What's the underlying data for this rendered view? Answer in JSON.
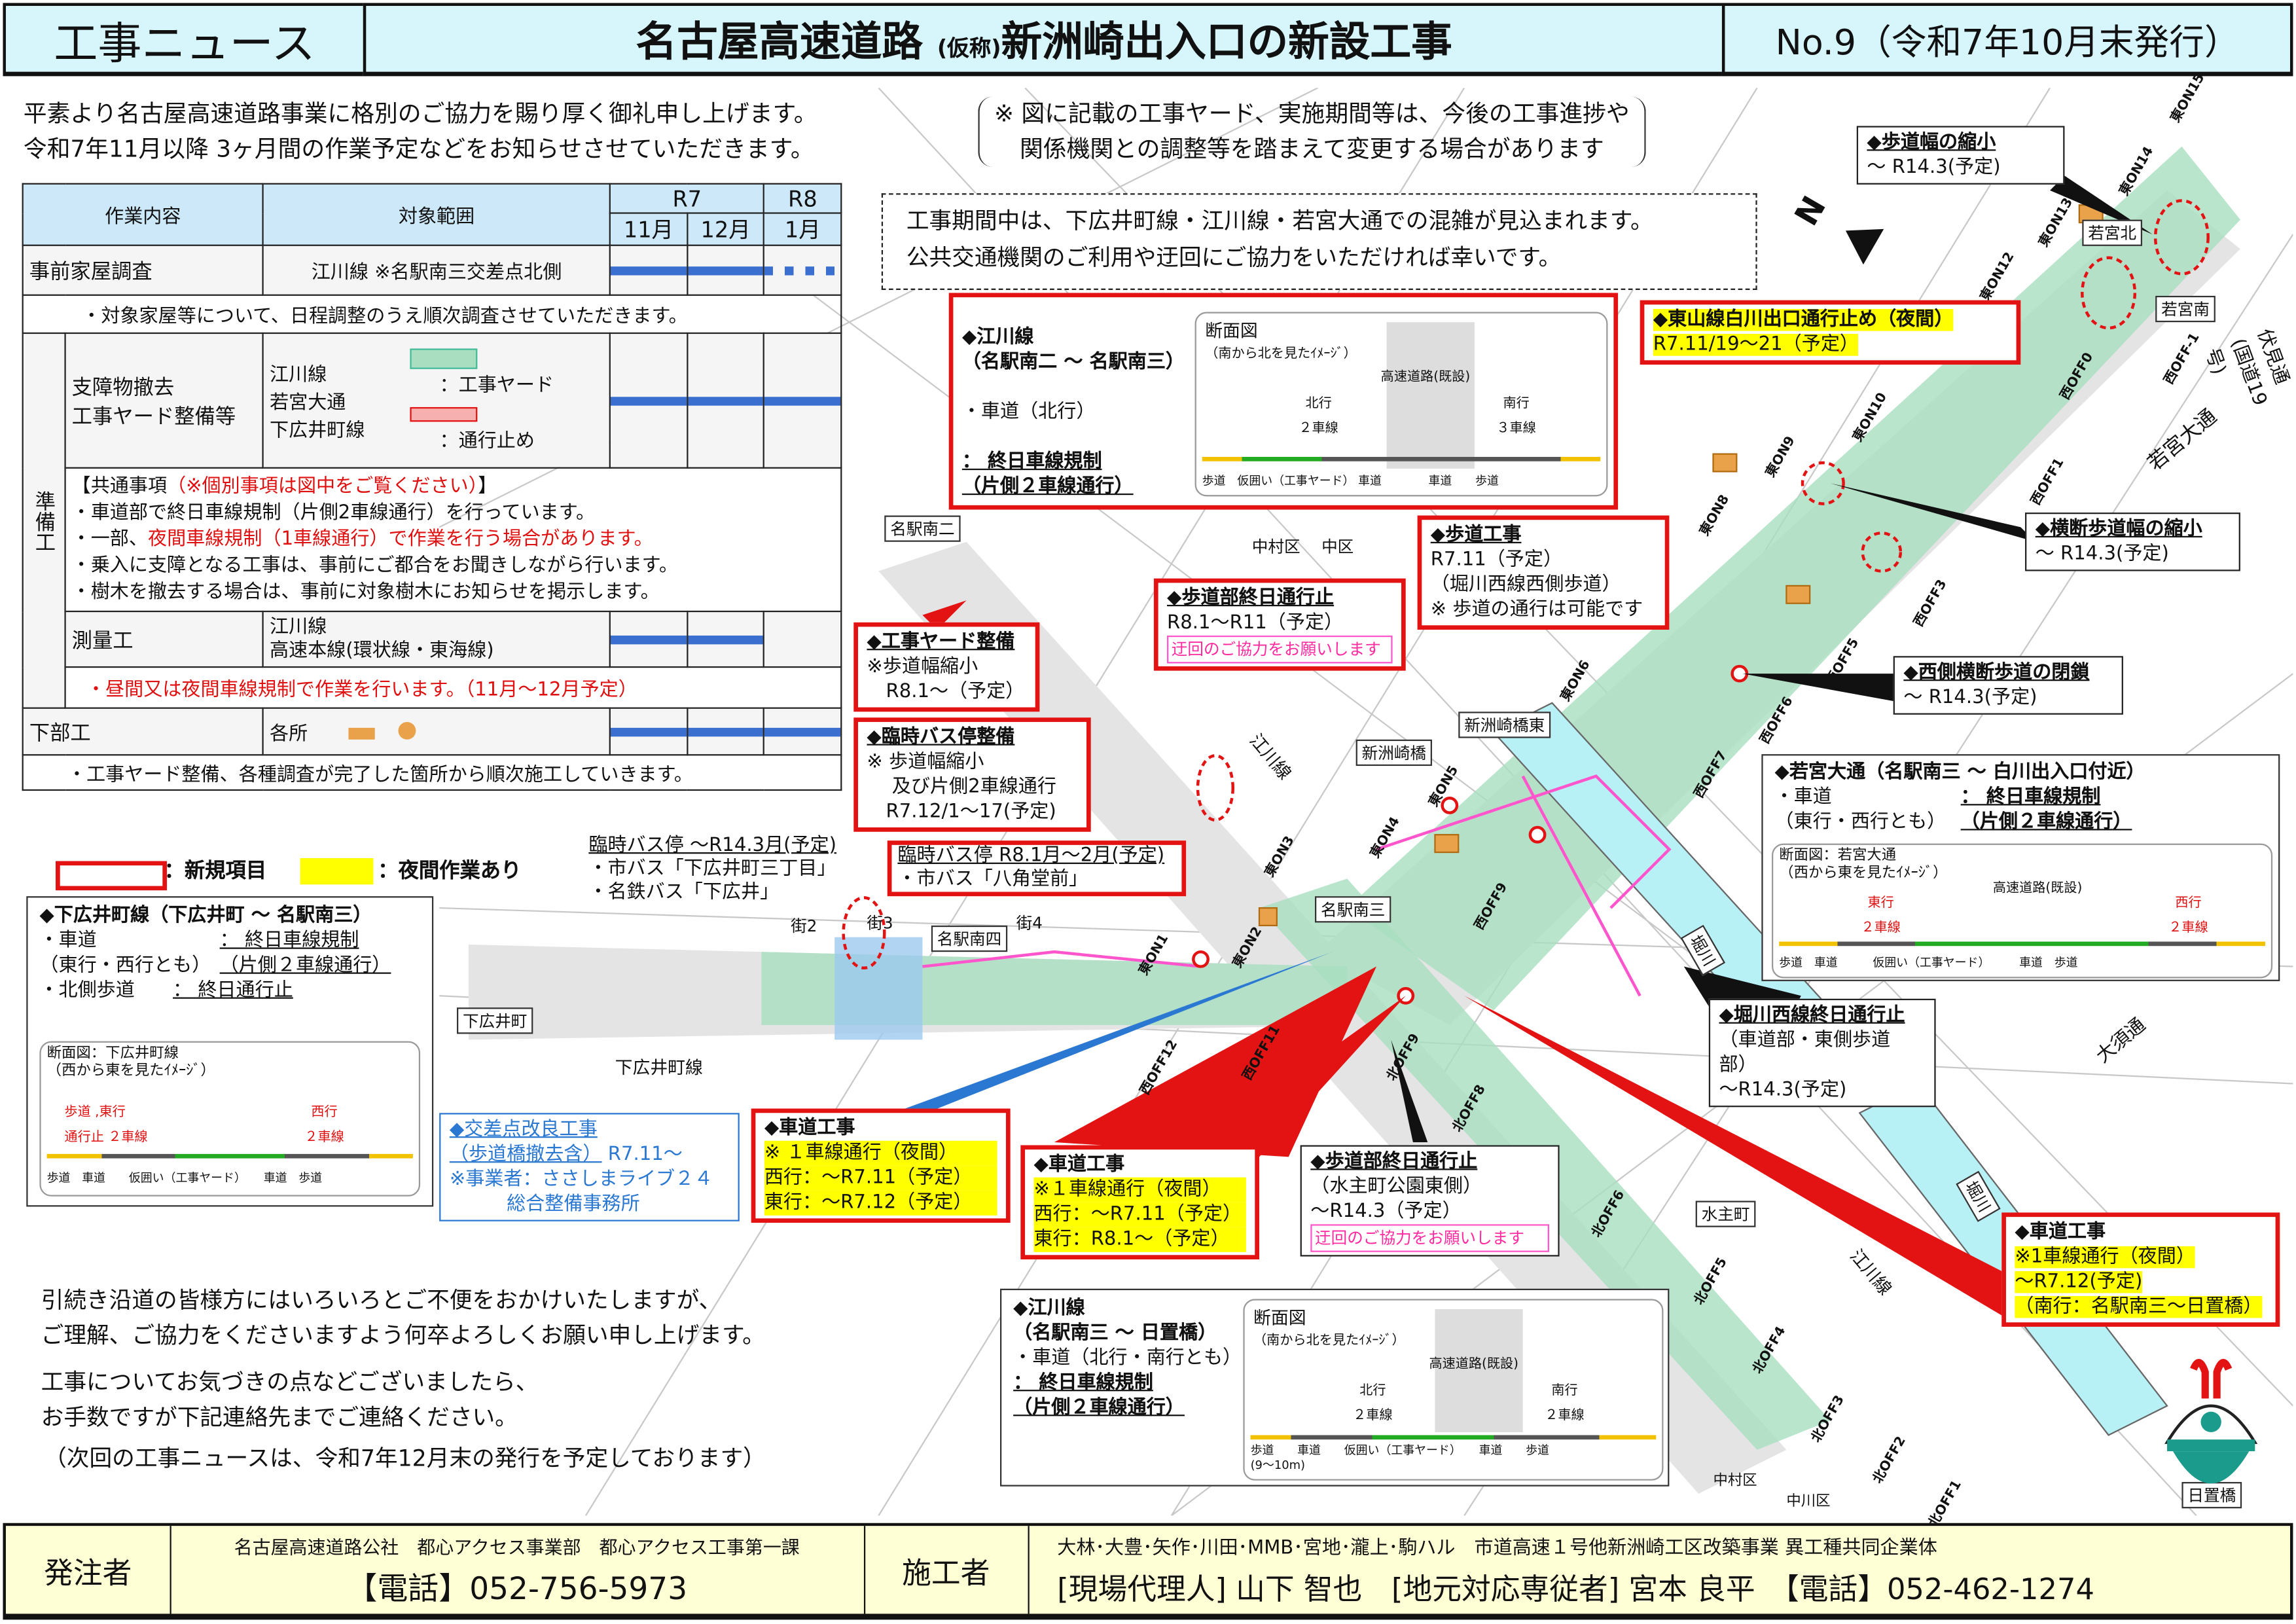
{
  "header": {
    "news": "工事ニュース",
    "title_a": "名古屋高速道路",
    "title_kari": "(仮称)",
    "title_b": "新洲崎出入口の新設工事",
    "issue": "No.9（令和7年10月末発行）"
  },
  "intro": "平素より名古屋高速道路事業に格別のご協力を賜り厚く御礼申し上げます。\n令和7年11月以降 3ヶ月間の作業予定などをお知らせさせていただきます。",
  "notice": "※ 図に記載の工事ヤード、実施期間等は、今後の工事進捗や\n関係機関との調整等を踏まえて変更する場合があります",
  "congestion": "工事期間中は、下広井町線・江川線・若宮大通での混雑が見込まれます。\n公共交通機関のご利用や迂回にご協力をいただければ幸いです。",
  "schedule": {
    "headers": {
      "work": "作業内容",
      "range": "対象範囲",
      "r7": "R7",
      "r8": "R8",
      "m11": "11月",
      "m12": "12月",
      "m1": "1月"
    },
    "r1": {
      "work": "事前家屋調査",
      "range": "江川線 ※名駅南三交差点北側",
      "note": "・対象家屋等について、日程調整のうえ順次調査させていただきます。"
    },
    "prep_label": "準備工",
    "r2": {
      "work": "支障物撤去\n工事ヤード整備等",
      "range": "江川線\n若宮大通\n下広井町線",
      "legend_yard": "：工事ヤード",
      "legend_stop": "：通行止め"
    },
    "common": {
      "title": "【共通事項",
      "title_red": "（※個別事項は図中をご覧ください）",
      "title_end": "】",
      "l1": "・車道部で終日車線規制（片側2車線通行）を行っています。",
      "l2a": "・一部、",
      "l2b": "夜間車線規制（1車線通行）で作業を行う場合があります。",
      "l3": "・乗入に支障となる工事は、事前にご都合をお聞きしながら行います。",
      "l4": "・樹木を撤去する場合は、事前に対象樹木にお知らせを掲示します。"
    },
    "r3": {
      "work": "測量工",
      "range": "江川線\n高速本線(環状線・東海線)",
      "note": "・昼間又は夜間車線規制で作業を行います。（11月～12月予定）"
    },
    "r4": {
      "work": "下部工",
      "range": "各所",
      "note": "・工事ヤード整備、各種調査が完了した箇所から順次施工していきます。"
    }
  },
  "legend": {
    "new": "：新規項目",
    "night": "：夜間作業あり"
  },
  "shimohiroi_panel": {
    "title": "◆下広井町線（下広井町 ～ 名駅南三）",
    "r1a": "・車道\n（東行・西行とも）",
    "r1b": "： 終日車線規制\n（片側２車線通行）",
    "r2a": "・北側歩道",
    "r2b": "： 終日通行止",
    "sec": "断面図：下広井町線\n（西から東を見たｲﾒｰｼﾞ）",
    "west": "西行\n２車線",
    "east": "歩道 ,東行\n通行止 ２車線",
    "labels": "歩道　車道　　仮囲い（工事ヤード）　　車道　歩道"
  },
  "egawa_top": {
    "title": "◆江川線\n（名駅南二 ～ 名駅南三）",
    "r1": "・車道（北行）",
    "r2": "： 終日車線規制\n（片側２車線通行）",
    "sec": "断面図",
    "sec_sub": "（南から北を見たｲﾒｰｼﾞ）",
    "hw": "高速道路(既設)",
    "north": "北行\n２車線",
    "south": "南行\n３車線",
    "labels": "歩道　仮囲い（工事ヤード） 車道　　　　車道　　歩道"
  },
  "egawa_bottom": {
    "title": "◆江川線\n（名駅南三 ～ 日置橋）",
    "r1": "・車道（北行・南行とも）",
    "r2": "： 終日車線規制\n（片側２車線通行）",
    "sec": "断面図",
    "sec_sub": "（南から北を見たｲﾒｰｼﾞ）",
    "hw": "高速道路(既設)",
    "north": "北行\n２車線",
    "south": "南行\n２車線",
    "labels": "歩道　　車道　　仮囲い（工事ヤード）　　車道　　歩道\n(9～10m)"
  },
  "wakamiya_panel": {
    "title": "◆若宮大通（名駅南三 ～ 白川出入口付近）",
    "r1a": "・車道\n（東行・西行とも）",
    "r1b": "： 終日車線規制\n（片側２車線通行）",
    "sec": "断面図：若宮大通\n（西から東を見たｲﾒｰｼﾞ）",
    "hw": "高速道路(既設)",
    "east": "東行\n２車線",
    "west": "西行\n２車線",
    "labels": "歩道　車道　　　仮囲い（工事ヤード）　　　車道　歩道"
  },
  "callouts": {
    "c1": {
      "title": "◆歩道幅の縮小",
      "sub": "～ R14.3(予定)"
    },
    "c2": {
      "title": "◆東山線白川出口通行止め（夜間）",
      "sub": "R7.11/19～21（予定）"
    },
    "c3": {
      "title": "◆横断歩道幅の縮小",
      "sub": "～ R14.3(予定)"
    },
    "c4": {
      "title": "◆西側横断歩道の閉鎖",
      "sub": "～ R14.3(予定)"
    },
    "c5": {
      "title": "◆堀川西線終日通行止",
      "sub": "（車道部・東側歩道部）\n～R14.3(予定)"
    },
    "c6": {
      "title": "◆車道工事",
      "l1": "※1車線通行（夜間）",
      "l2": "～R7.12(予定)",
      "l3": "（南行：名駅南三～日置橋）"
    },
    "c7": {
      "title": "◆歩道部終日通行止",
      "sub": "（水主町公園東側）\n～R14.3（予定）",
      "tag": "迂回のご協力をお願いします"
    },
    "c8": {
      "title": "◆車道工事",
      "l1": "※１車線通行（夜間）",
      "l2": "西行：～R7.11（予定）",
      "l3": "東行：R8.1～（予定）"
    },
    "c9": {
      "title": "◆車道工事",
      "l1": "※ １車線通行（夜間）",
      "l2": "西行：～R7.11（予定）",
      "l3": "東行：～R7.12（予定）"
    },
    "c10": {
      "title": "◆交差点改良工事",
      "title2": "（歩道橋撤去含）",
      "date": "R7.11～",
      "sub": "※事業者：ささしまライブ２４\n　　　総合整備事務所"
    },
    "c11": {
      "title": "◆歩道部終日通行止",
      "sub": "R8.1～R11（予定）",
      "tag": "迂回のご協力をお願いします"
    },
    "c12": {
      "title": "◆歩道工事",
      "sub": "R7.11（予定）\n（堀川西線西側歩道）\n※ 歩道の通行は可能です"
    },
    "c13": {
      "title": "◆工事ヤード整備",
      "sub": "※歩道幅縮小\n　R8.1～（予定）"
    },
    "c14": {
      "title": "◆臨時バス停整備",
      "sub": "※ 歩道幅縮小\n　 及び片側2車線通行\n　R7.12/1～17(予定)"
    },
    "c15": {
      "title": "臨時バス停 R8.1月～2月(予定)",
      "sub": "・市バス「八角堂前」"
    },
    "c16": {
      "title": "臨時バス停 ～R14.3月(予定)",
      "sub": "・市バス「下広井町三丁目」\n・名鉄バス「下広井」"
    }
  },
  "map": {
    "meieki2": "名駅南二",
    "nakamura_naka": "中村区　 中区",
    "shinsuzaki_e": "新洲崎橋東",
    "shinsuzaki": "新洲崎橋",
    "meieki3": "名駅南三",
    "meieki4": "名駅南四",
    "shimohiroi": "下広井町",
    "shimohiroi_line": "下広井町線",
    "gai2": "街2",
    "gai3": "街3",
    "gai4": "街4",
    "egawa1": "江川線",
    "egawa2": "江川線",
    "horikawa1": "堀川",
    "horikawa2": "堀川",
    "osu": "大須通",
    "kako": "水主町",
    "hioki": "日置橋",
    "wakamiya_n": "若宮北",
    "wakamiya_s": "若宮南",
    "fushimi": "伏見通\n(国道19号)",
    "wakamiya": "若宮大通",
    "nakamura": "中村区",
    "nakagawa": "中川区",
    "north": "N",
    "piers": [
      "東ON15",
      "東ON14",
      "東ON13",
      "東ON12",
      "東ON10",
      "東ON9",
      "東ON8",
      "東ON6",
      "東ON5",
      "東ON4",
      "東ON3",
      "東ON2",
      "東ON1",
      "西OFF0",
      "西OFF1",
      "西OFF3",
      "西OFF5",
      "西OFF6",
      "西OFF7",
      "西OFF9",
      "西OFF11",
      "西OFF12",
      "北OFF9",
      "北OFF8",
      "北OFF6",
      "北OFF5",
      "北OFF4",
      "北OFF3",
      "北OFF2",
      "北OFF1",
      "西OFF-1"
    ]
  },
  "closing": {
    "l1": "引続き沿道の皆様方にはいろいろとご不便をおかけいたしますが、\nご理解、ご協力をくださいますよう何卒よろしくお願い申し上げます。",
    "l2": "工事についてお気づきの点などございましたら、\nお手数ですが下記連絡先までご連絡ください。",
    "l3": "（次回の工事ニュースは、令和7年12月末の発行を予定しております）"
  },
  "footer": {
    "orderer_label": "発注者",
    "orderer": "名古屋高速道路公社　都心アクセス事業部　都心アクセス工事第一課",
    "orderer_tel": "【電話】052-756-5973",
    "builder_label": "施工者",
    "builder": "大林･大豊･矢作･川田･MMB･宮地･瀧上･駒ハル　市道高速１号他新洲崎工区改築事業 異工種共同企業体",
    "builder_contact": "[現場代理人] 山下 智也　[地元対応専従者] 宮本 良平　【電話】052-462-1274"
  },
  "colors": {
    "header_bg": "#d7f6fb",
    "accent_red": "#e31313",
    "bar_blue": "#3a6fd0",
    "yard_green": "#a9dfc0",
    "footer_bg": "#ffffd6",
    "highlight": "#ffff00"
  }
}
